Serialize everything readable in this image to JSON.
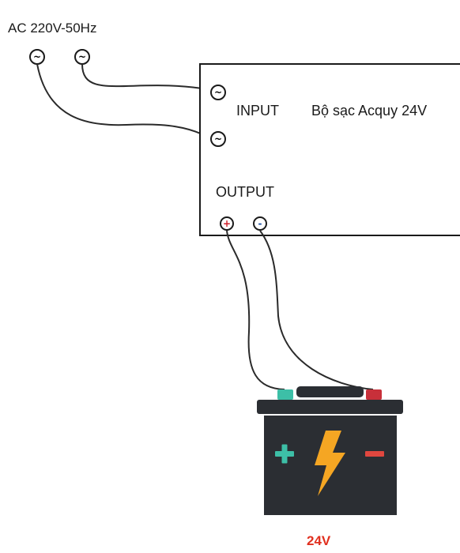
{
  "source": {
    "label": "AC 220V-50Hz",
    "terminal_symbol": "~"
  },
  "charger": {
    "title": "Bộ sạc Acquy 24V",
    "input_label": "INPUT",
    "output_label": "OUTPUT",
    "positive_symbol": "+",
    "negative_symbol": "-"
  },
  "battery": {
    "voltage_label": "24V",
    "icon": "lightning-bolt-icon"
  },
  "colors": {
    "wire": "#2a2a2a",
    "positive_terminal": "#3dbfa7",
    "negative_terminal": "#c8303a",
    "battery_body": "#2b2e33",
    "bolt": "#f5a623",
    "plus_sign": "#3dbfa7",
    "minus_sign": "#e0473f",
    "voltage_text": "#e1301f"
  }
}
